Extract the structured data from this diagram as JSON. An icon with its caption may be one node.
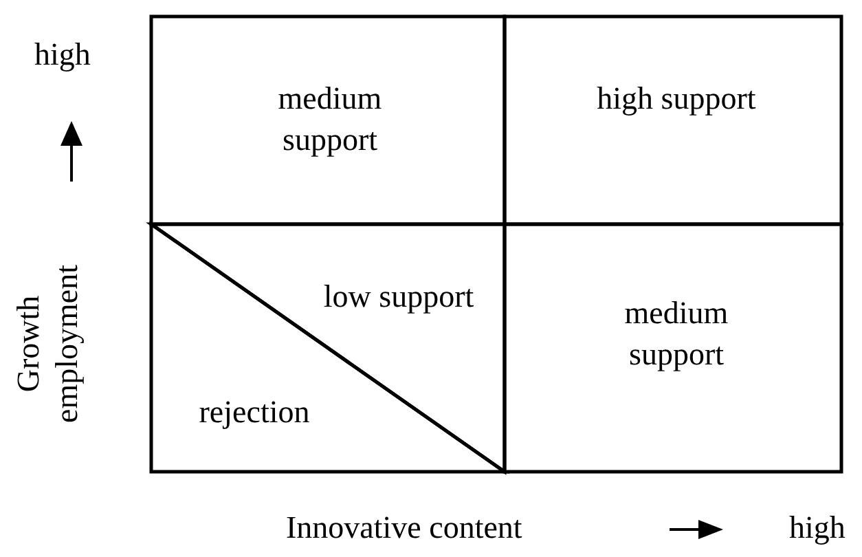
{
  "diagram": {
    "nodes": [
      {
        "text": [
          "medium support"
        ]
      },
      {
        "text": [
          "high support"
        ]
      },
      {
        "text": [
          "low support"
        ]
      },
      {
        "text": [
          "rejection"
        ]
      },
      {
        "text": [
          "medium support"
        ]
      }
    ],
    "edges": [],
    "labels": [
      "high",
      "Growth employment",
      "Innovative content",
      "high"
    ]
  }
}
